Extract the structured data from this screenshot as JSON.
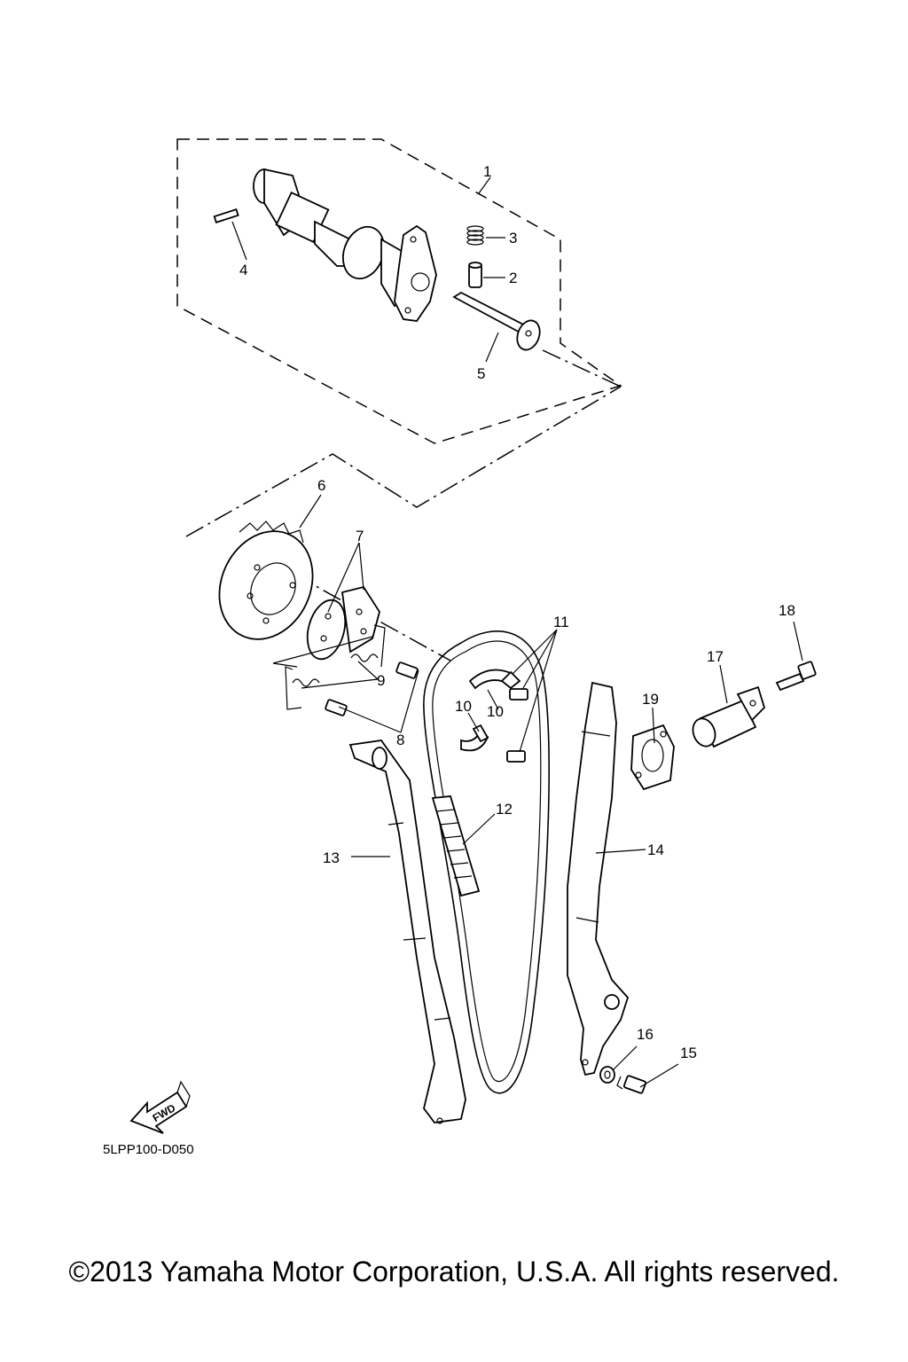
{
  "diagram_code": "5LPP100-D050",
  "fwd_label": "FWD",
  "copyright": "©2013 Yamaha Motor Corporation, U.S.A. All rights reserved.",
  "callouts": {
    "c1": "1",
    "c2": "2",
    "c3": "3",
    "c4": "4",
    "c5": "5",
    "c6": "6",
    "c7": "7",
    "c8": "8",
    "c9": "9",
    "c10a": "10",
    "c10b": "10",
    "c11": "11",
    "c12": "12",
    "c13": "13",
    "c14": "14",
    "c15": "15",
    "c16": "16",
    "c17": "17",
    "c18": "18",
    "c19": "19"
  }
}
